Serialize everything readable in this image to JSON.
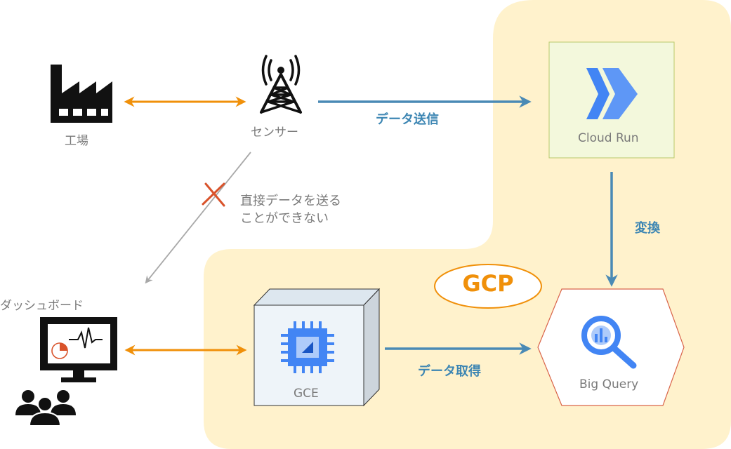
{
  "nodes": {
    "factory": {
      "label": "工場",
      "icon": "factory-icon"
    },
    "sensor": {
      "label": "センサー",
      "icon": "radio-tower-icon"
    },
    "cloud_run": {
      "label": "Cloud Run",
      "icon": "cloud-run-icon"
    },
    "big_query": {
      "label": "Big Query",
      "icon": "bigquery-icon"
    },
    "gce": {
      "label": "GCE",
      "icon": "cpu-chip-icon"
    },
    "dashboard": {
      "label": "ダッシュボード",
      "icon": "monitor-chart-icon",
      "users_icon": "users-icon"
    }
  },
  "edges": {
    "send_data": "データ送信",
    "transform": "変換",
    "get_data": "データ取得",
    "blocked_line1": "直接データを送る",
    "blocked_line2": "ことができない"
  },
  "region": {
    "label": "GCP"
  },
  "colors": {
    "region_fill": "#fff2cc",
    "orange_arrow": "#f0900a",
    "blue_arrow": "#4a8ab5",
    "gray_arrow": "#a8a8a8",
    "cross": "#d9532b",
    "cloud_run_fill": "#f3f8dc",
    "cloud_run_border": "#b8c96a",
    "gce_fill": "#eef4f9",
    "bigquery_border": "#d9644a",
    "gcp_text": "#f0900a"
  }
}
